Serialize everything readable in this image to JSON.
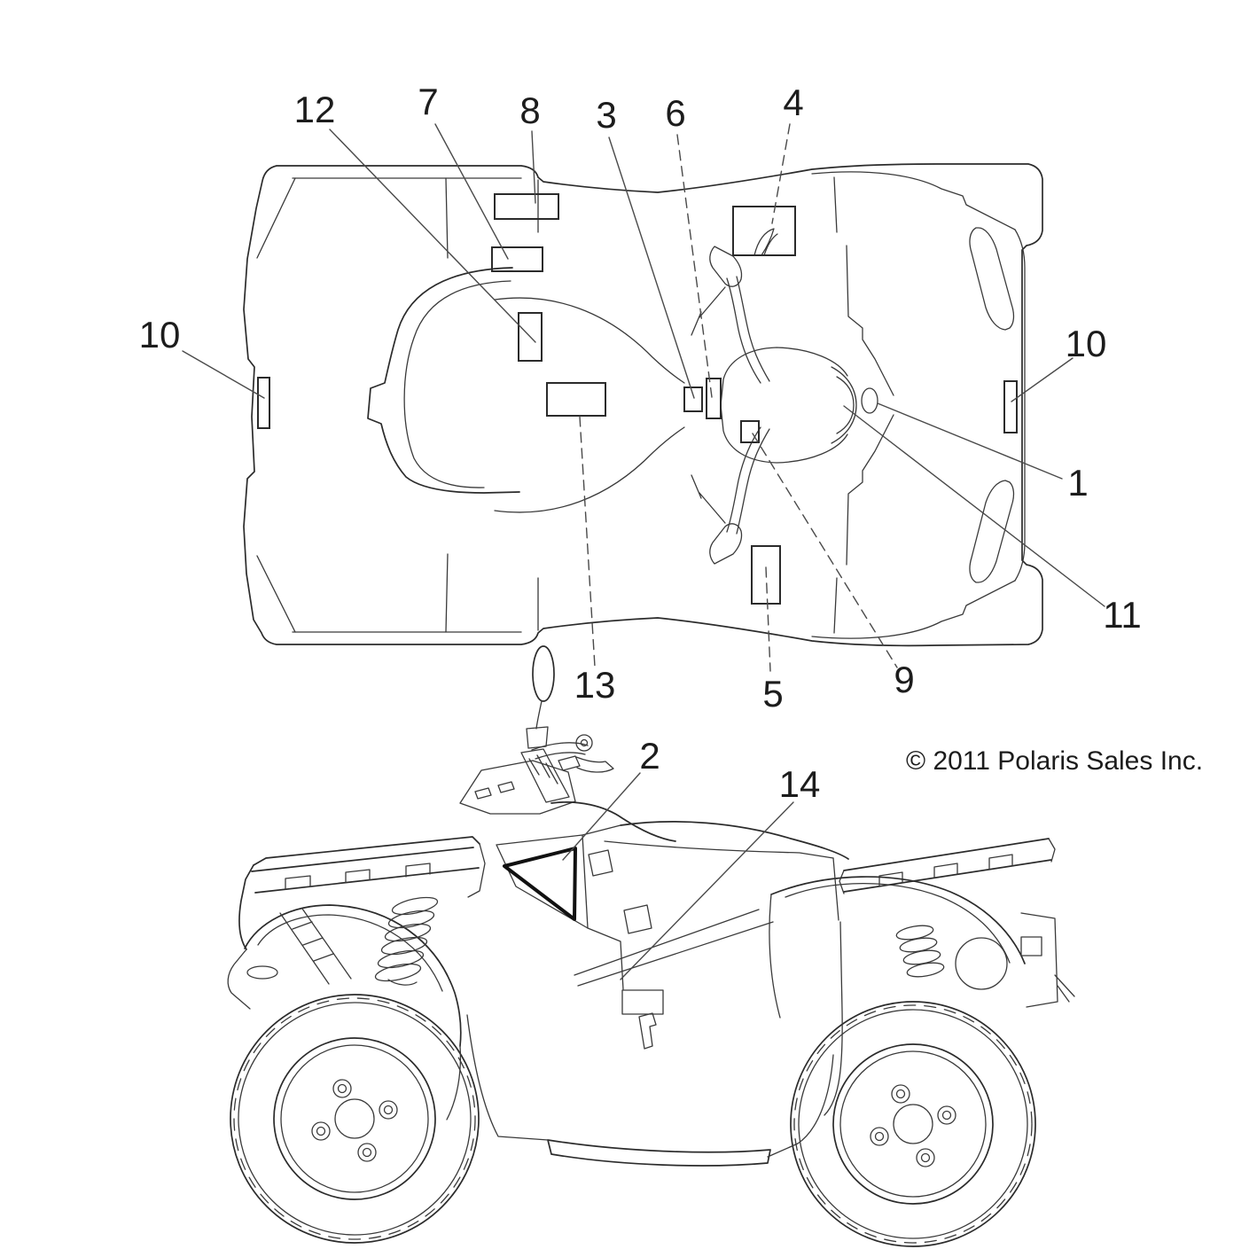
{
  "diagram": {
    "type": "parts-decal-location-diagram",
    "copyright": "© 2011 Polaris Sales Inc.",
    "views": [
      {
        "id": "top-view"
      },
      {
        "id": "side-view"
      }
    ],
    "callouts": {
      "n1": "1",
      "n2": "2",
      "n3": "3",
      "n4": "4",
      "n5": "5",
      "n6": "6",
      "n7": "7",
      "n8": "8",
      "n9": "9",
      "n10_left": "10",
      "n10_right": "10",
      "n11": "11",
      "n12": "12",
      "n13": "13",
      "n14": "14"
    },
    "colors": {
      "line": "#2b2b2b",
      "background": "#ffffff"
    }
  }
}
